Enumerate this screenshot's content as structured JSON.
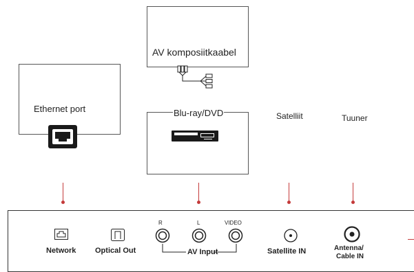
{
  "devices": {
    "ethernet": {
      "label": "Ethernet port",
      "icon": "ethernet-port-icon"
    },
    "av_cable": {
      "label": "AV komposiitkaabel",
      "icon": "rca-cable-icon"
    },
    "bluray": {
      "label": "Blu-ray/DVD",
      "icon": "dvd-player-icon"
    },
    "satellite": {
      "label": "Satelliit"
    },
    "tuner": {
      "label": "Tuuner"
    }
  },
  "panel": {
    "network": {
      "label": "Network",
      "icon": "network-port-icon"
    },
    "optical": {
      "label": "Optical Out",
      "icon": "optical-port-icon"
    },
    "av_input": {
      "label": "AV Input",
      "r": "R",
      "l": "L",
      "video": "VIDEO"
    },
    "satellite_in": {
      "label": "Satellite IN",
      "icon": "satellite-port-icon"
    },
    "antenna": {
      "label_line1": "Antenna/",
      "label_line2": "Cable IN",
      "icon": "coax-port-icon"
    }
  },
  "colors": {
    "accent": "#c43a3a",
    "line": "#555555"
  }
}
